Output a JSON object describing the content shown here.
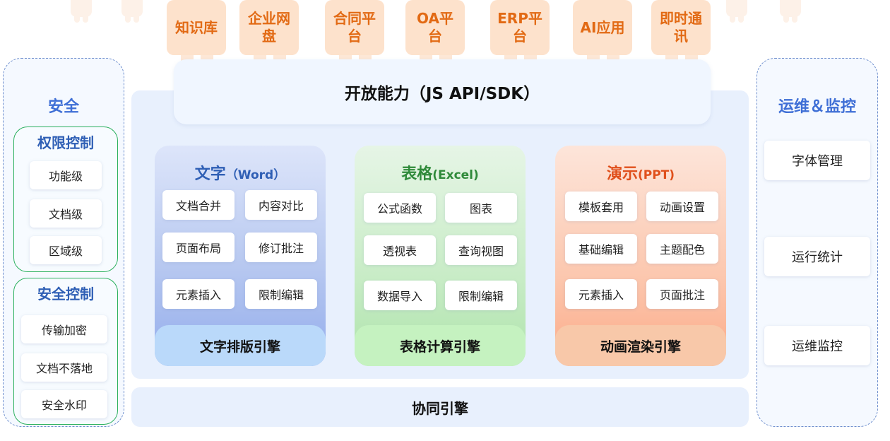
{
  "top_plugins": [
    "知识库",
    "企业网盘",
    "合同平台",
    "OA平台",
    "ERP平台",
    "AI应用",
    "即时通讯"
  ],
  "open_capability": "开放能力（JS API/SDK）",
  "security": {
    "title": "安全",
    "permission_control": {
      "title": "权限控制",
      "items": [
        "功能级",
        "文档级",
        "区域级"
      ]
    },
    "security_control": {
      "title": "安全控制",
      "items": [
        "传输加密",
        "文档不落地",
        "安全水印"
      ]
    }
  },
  "ops": {
    "title": "运维＆监控",
    "items": [
      "字体管理",
      "运行统计",
      "运维监控"
    ]
  },
  "columns": {
    "word": {
      "title": "文字",
      "subtitle": "（Word）",
      "cells": [
        "文档合并",
        "内容对比",
        "页面布局",
        "修订批注",
        "元素插入",
        "限制编辑"
      ],
      "engine": "文字排版引擎"
    },
    "excel": {
      "title": "表格",
      "subtitle": "(Excel)",
      "cells": [
        "公式函数",
        "图表",
        "透视表",
        "查询视图",
        "数据导入",
        "限制编辑"
      ],
      "engine": "表格计算引擎"
    },
    "ppt": {
      "title": "演示",
      "subtitle": "(PPT)",
      "cells": [
        "模板套用",
        "动画设置",
        "基础编辑",
        "主题配色",
        "元素插入",
        "页面批注"
      ],
      "engine": "动画渲染引擎"
    }
  },
  "collab_engine": "协同引擎",
  "colors": {
    "plug_text": "#e26a14",
    "security_title": "#3f6fd6",
    "group_border": "#2bb05e",
    "word_title": "#2f5fb5",
    "excel_title": "#2f8a3a",
    "ppt_title": "#e0501c"
  }
}
